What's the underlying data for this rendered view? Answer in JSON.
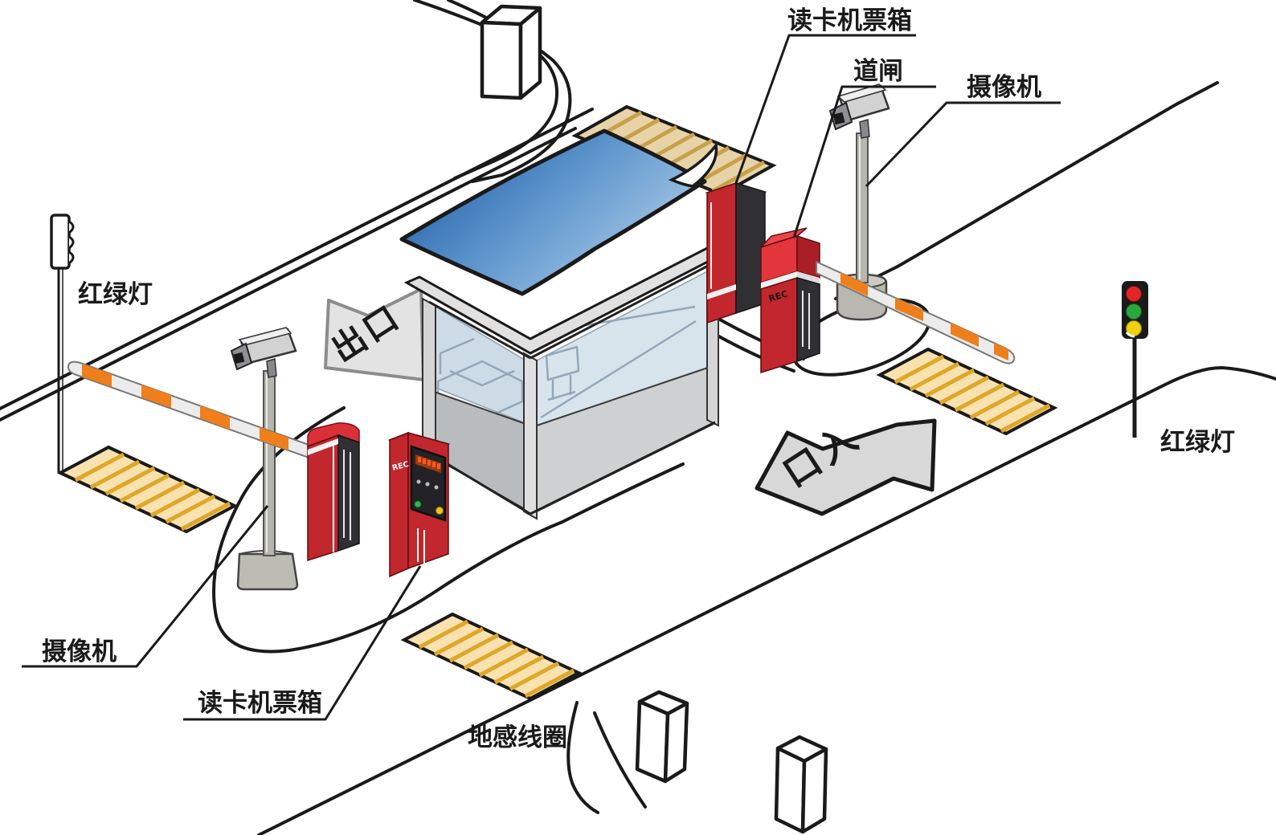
{
  "diagram": {
    "labels": {
      "reader_top": "读卡机票箱",
      "gate": "道闸",
      "camera_right": "摄像机",
      "light_left": "红绿灯",
      "light_right": "红绿灯",
      "camera_left": "摄像机",
      "reader_bottom": "读卡机票箱",
      "ground_loop": "地感线圈",
      "exit": "出口",
      "entrance": "口入",
      "rec": "REC"
    },
    "colors": {
      "equipment_red": "#c1272d",
      "equipment_red_bright": "#e2353c",
      "panel_dark": "#303034",
      "roof_blue_dark": "#1d5aa4",
      "roof_blue_light": "#b9d4ec",
      "glass": "#d3e0ea",
      "loop_fill": "#f9e2b0",
      "loop_stripe": "#dfa728",
      "tan_fill": "#e7d3a8",
      "tan_stripe": "#c9a04a",
      "arm_orange": "#ef7f1a",
      "signal_red": "#e02828",
      "signal_green": "#2aa83c",
      "signal_yellow": "#f0d010",
      "line_black": "#1a1a1a"
    }
  }
}
